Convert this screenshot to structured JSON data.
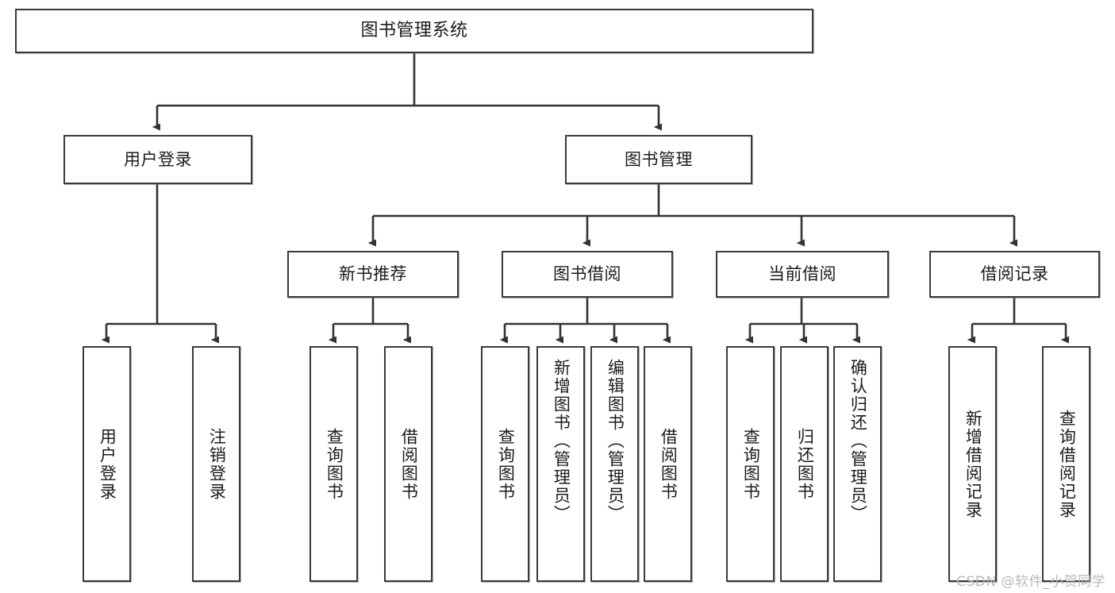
{
  "diagram": {
    "title": "图书管理系统",
    "watermark": "CSDN @软件_小贺同学",
    "edge_color": "#333333",
    "node_border_color": "#3a3a3a",
    "node_fill_color": "#ffffff",
    "background_color": "#ffffff"
  },
  "nodes": {
    "root": {
      "label": "图书管理系统"
    },
    "level2": [
      {
        "label": "用户登录"
      },
      {
        "label": "图书管理"
      }
    ],
    "level3": [
      {
        "label": "新书推荐"
      },
      {
        "label": "图书借阅"
      },
      {
        "label": "当前借阅"
      },
      {
        "label": "借阅记录"
      }
    ],
    "leaves": {
      "user_login": [
        {
          "label": "用户登录"
        },
        {
          "label": "注销登录"
        }
      ],
      "new_book": [
        {
          "label": "查询图书"
        },
        {
          "label": "借阅图书"
        }
      ],
      "book_borrow": [
        {
          "label": "查询图书"
        },
        {
          "label": "新增图书（管理员）"
        },
        {
          "label": "编辑图书（管理员）"
        },
        {
          "label": "借阅图书"
        }
      ],
      "current_borrow": [
        {
          "label": "查询图书"
        },
        {
          "label": "归还图书"
        },
        {
          "label": "确认归还（管理员）"
        }
      ],
      "borrow_record": [
        {
          "label": "新增借阅记录"
        },
        {
          "label": "查询借阅记录"
        }
      ]
    }
  }
}
